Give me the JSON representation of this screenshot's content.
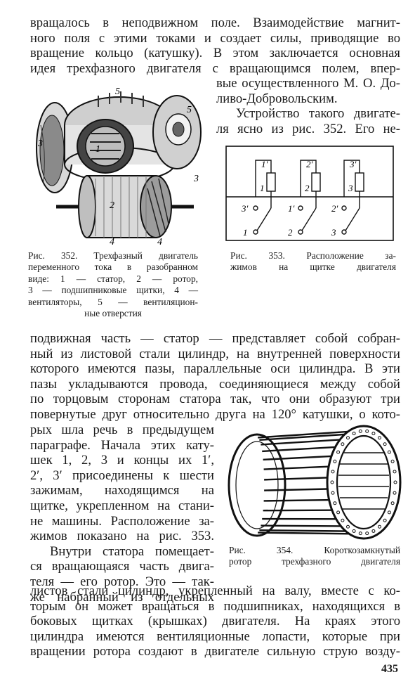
{
  "top_lines": [
    "вращалось в неподвижном поле. Взаимодействие магнит-",
    "ного поля с этими токами и создает силы, приводящие во",
    "вращение кольцо (катушку). В этом заключается основная",
    "идея трехфазного двигателя с вращающимся полем, впер-"
  ],
  "right_lines": [
    "вые осуществленного М. О. До-",
    "ливо-Добровольским.",
    "Устройство такого двигате-",
    "ля ясно из рис. 352. Его не-"
  ],
  "fig352": {
    "labels": [
      "5",
      "5",
      "3",
      "1",
      "2",
      "4",
      "4",
      "3"
    ],
    "caption_lines": [
      "Рис. 352. Трехфазный двигатель",
      "переменного тока в разобранном",
      "виде: 1 — статор, 2 — ротор,",
      "3 — подшипниковые щитки, 4 —",
      "вентиляторы, 5 — вентиляцион-",
      "ные отверстия"
    ]
  },
  "fig353": {
    "top_labels": [
      "1′",
      "2′",
      "3′"
    ],
    "coil_labels": [
      "1",
      "2",
      "3"
    ],
    "mid_labels": [
      "3′",
      "1′",
      "2′"
    ],
    "bottom_labels": [
      "1",
      "2",
      "3"
    ],
    "caption_lines": [
      "Рис. 353. Расположение за-",
      "жимов на щитке двигателя"
    ]
  },
  "middle_lines": [
    "подвижная часть — статор — представляет собой собран-",
    "ный из листовой стали цилиндр, на внутренней поверхности",
    "которого имеются пазы, параллельные оси цилиндра. В эти",
    "пазы укладываются провода, соединяющиеся между собой",
    "по торцовым сторонам статора так, что они образуют три",
    "повернутые друг относительно друга на 120° катушки, о кото-"
  ],
  "left_lines": [
    "рых шла речь в предыдущем",
    "параграфе. Начала этих кату-",
    "шек 1, 2, 3 и концы их 1′,",
    "2′, 3′ присоединены к шести",
    "зажимам, находящимся на",
    "щитке, укрепленном на стани-",
    "не машины. Расположение за-",
    "жимов показано на рис. 353.",
    "Внутри статора помещает-",
    "ся вращающаяся часть двига-",
    "теля — его ротор. Это — так-",
    "же набранный из отдельных"
  ],
  "fig354": {
    "caption_lines": [
      "Рис. 354. Короткозамкнутый",
      "ротор трехфазного двигателя"
    ]
  },
  "bottom_lines": [
    "листов стали цилиндр, укрепленный на валу, вместе с ко-",
    "торым он может вращаться в подшипниках, находящихся в",
    "боковых щитках (крышках) двигателя. На краях этого",
    "цилиндра имеются вентиляционные лопасти, которые при",
    "вращении ротора создают в двигателе сильную струю возду-"
  ],
  "page_number": "435"
}
